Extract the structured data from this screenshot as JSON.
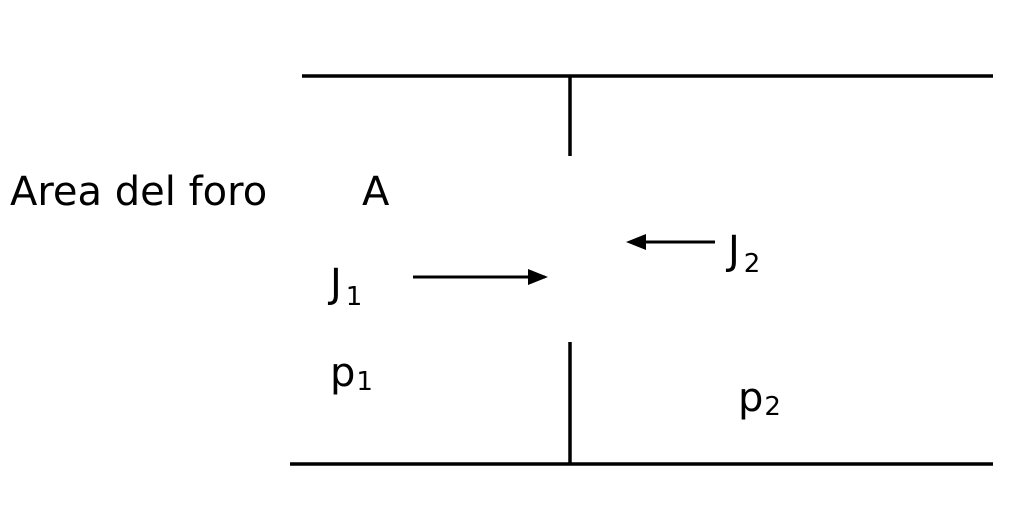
{
  "labels": {
    "area": "Area del foro",
    "area_symbol": "A",
    "flux_left": {
      "symbol": "J",
      "subscript": "1"
    },
    "flux_right": {
      "symbol": "J",
      "subscript": "2"
    },
    "pressure_left": {
      "symbol": "p",
      "subscript": "1"
    },
    "pressure_right": {
      "symbol": "p",
      "subscript": "2"
    }
  },
  "colors": {
    "line": "#000000",
    "background": "#ffffff"
  }
}
